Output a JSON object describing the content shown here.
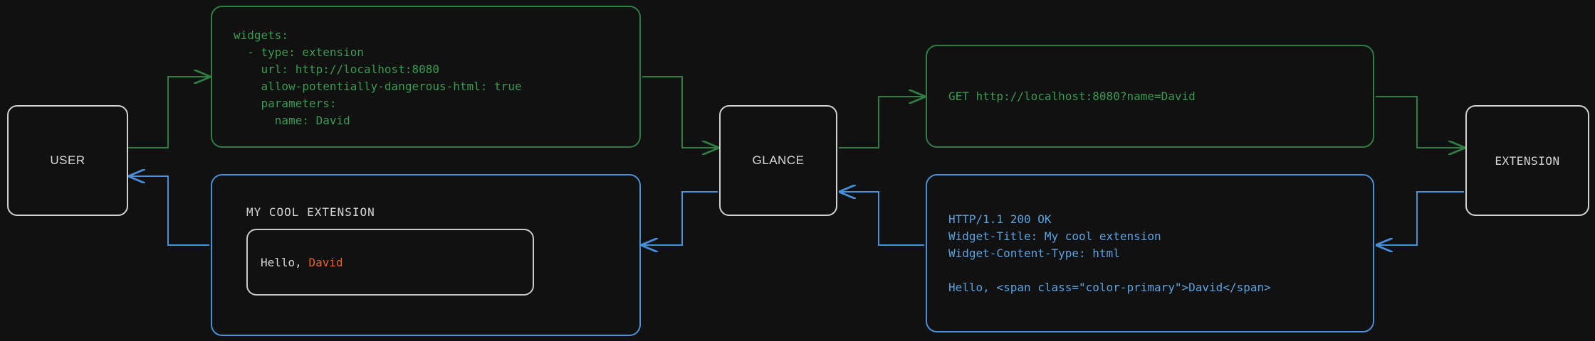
{
  "diagram": {
    "title": "Glance extension request flow",
    "background": "#111111",
    "colors": {
      "request_green": "#2f7d43",
      "request_text_green": "#389b50",
      "response_blue": "#4a90d9",
      "response_text_blue": "#5ba3e0",
      "node_border": "#d2d2d2",
      "accent_orange": "#e8622a",
      "neutral_text": "#d4d4d4"
    }
  },
  "nodes": {
    "user": {
      "label": "USER"
    },
    "glance": {
      "label": "GLANCE"
    },
    "extension": {
      "label": "EXTENSION"
    }
  },
  "boxes": {
    "config": {
      "lines": [
        "widgets:",
        "  - type: extension",
        "    url: http://localhost:8080",
        "    allow-potentially-dangerous-html: true",
        "    parameters:",
        "      name: David"
      ],
      "text": "widgets:\n  - type: extension\n    url: http://localhost:8080\n    allow-potentially-dangerous-html: true\n    parameters:\n      name: David"
    },
    "request": {
      "lines": [
        "GET http://localhost:8080?name=David"
      ],
      "text": "GET http://localhost:8080?name=David"
    },
    "response": {
      "lines": [
        "HTTP/1.1 200 OK",
        "Widget-Title: My cool extension",
        "Widget-Content-Type: html",
        "",
        "Hello, <span class=\"color-primary\">David</span>"
      ],
      "text": "HTTP/1.1 200 OK\nWidget-Title: My cool extension\nWidget-Content-Type: html\n\nHello, <span class=\"color-primary\">David</span>"
    },
    "widget_preview": {
      "title": "MY COOL EXTENSION",
      "greeting": "Hello, ",
      "name": "David"
    }
  },
  "edges": [
    {
      "from": "user",
      "to": "config",
      "kind": "request",
      "color": "#2f7d43"
    },
    {
      "from": "config",
      "to": "glance",
      "kind": "request",
      "color": "#2f7d43"
    },
    {
      "from": "glance",
      "to": "request",
      "kind": "request",
      "color": "#2f7d43"
    },
    {
      "from": "request",
      "to": "extension",
      "kind": "request",
      "color": "#2f7d43"
    },
    {
      "from": "extension",
      "to": "response",
      "kind": "response",
      "color": "#4a90d9"
    },
    {
      "from": "response",
      "to": "glance",
      "kind": "response",
      "color": "#4a90d9"
    },
    {
      "from": "glance",
      "to": "widget_preview",
      "kind": "response",
      "color": "#4a90d9"
    },
    {
      "from": "widget_preview",
      "to": "user",
      "kind": "response",
      "color": "#4a90d9"
    }
  ]
}
